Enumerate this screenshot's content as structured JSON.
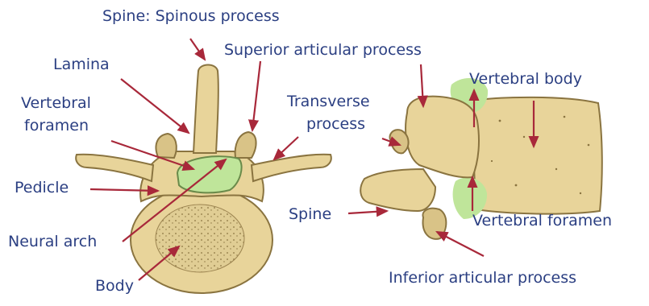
{
  "title": "Spine: Spinous process",
  "labels": {
    "superior_articular_process": "Superior articular process",
    "lamina": "Lamina",
    "vertebral_foramen_line1": "Vertebral",
    "vertebral_foramen_line2": "foramen",
    "transverse_process_line1": "Transverse",
    "transverse_process_line2": "process",
    "vertebral_body": "Vertebral body",
    "pedicle": "Pedicle",
    "spine": "Spine",
    "vertebral_foramen_side": "Vertebral foramen",
    "neural_arch": "Neural arch",
    "inferior_articular_process": "Inferior articular process",
    "body": "Body"
  },
  "colors": {
    "label_text": "#2b3f82",
    "arrow": "#a8283a",
    "bone": "#e8d49a",
    "bone_outline": "#8a7440",
    "foramen": "#bfe59a"
  }
}
